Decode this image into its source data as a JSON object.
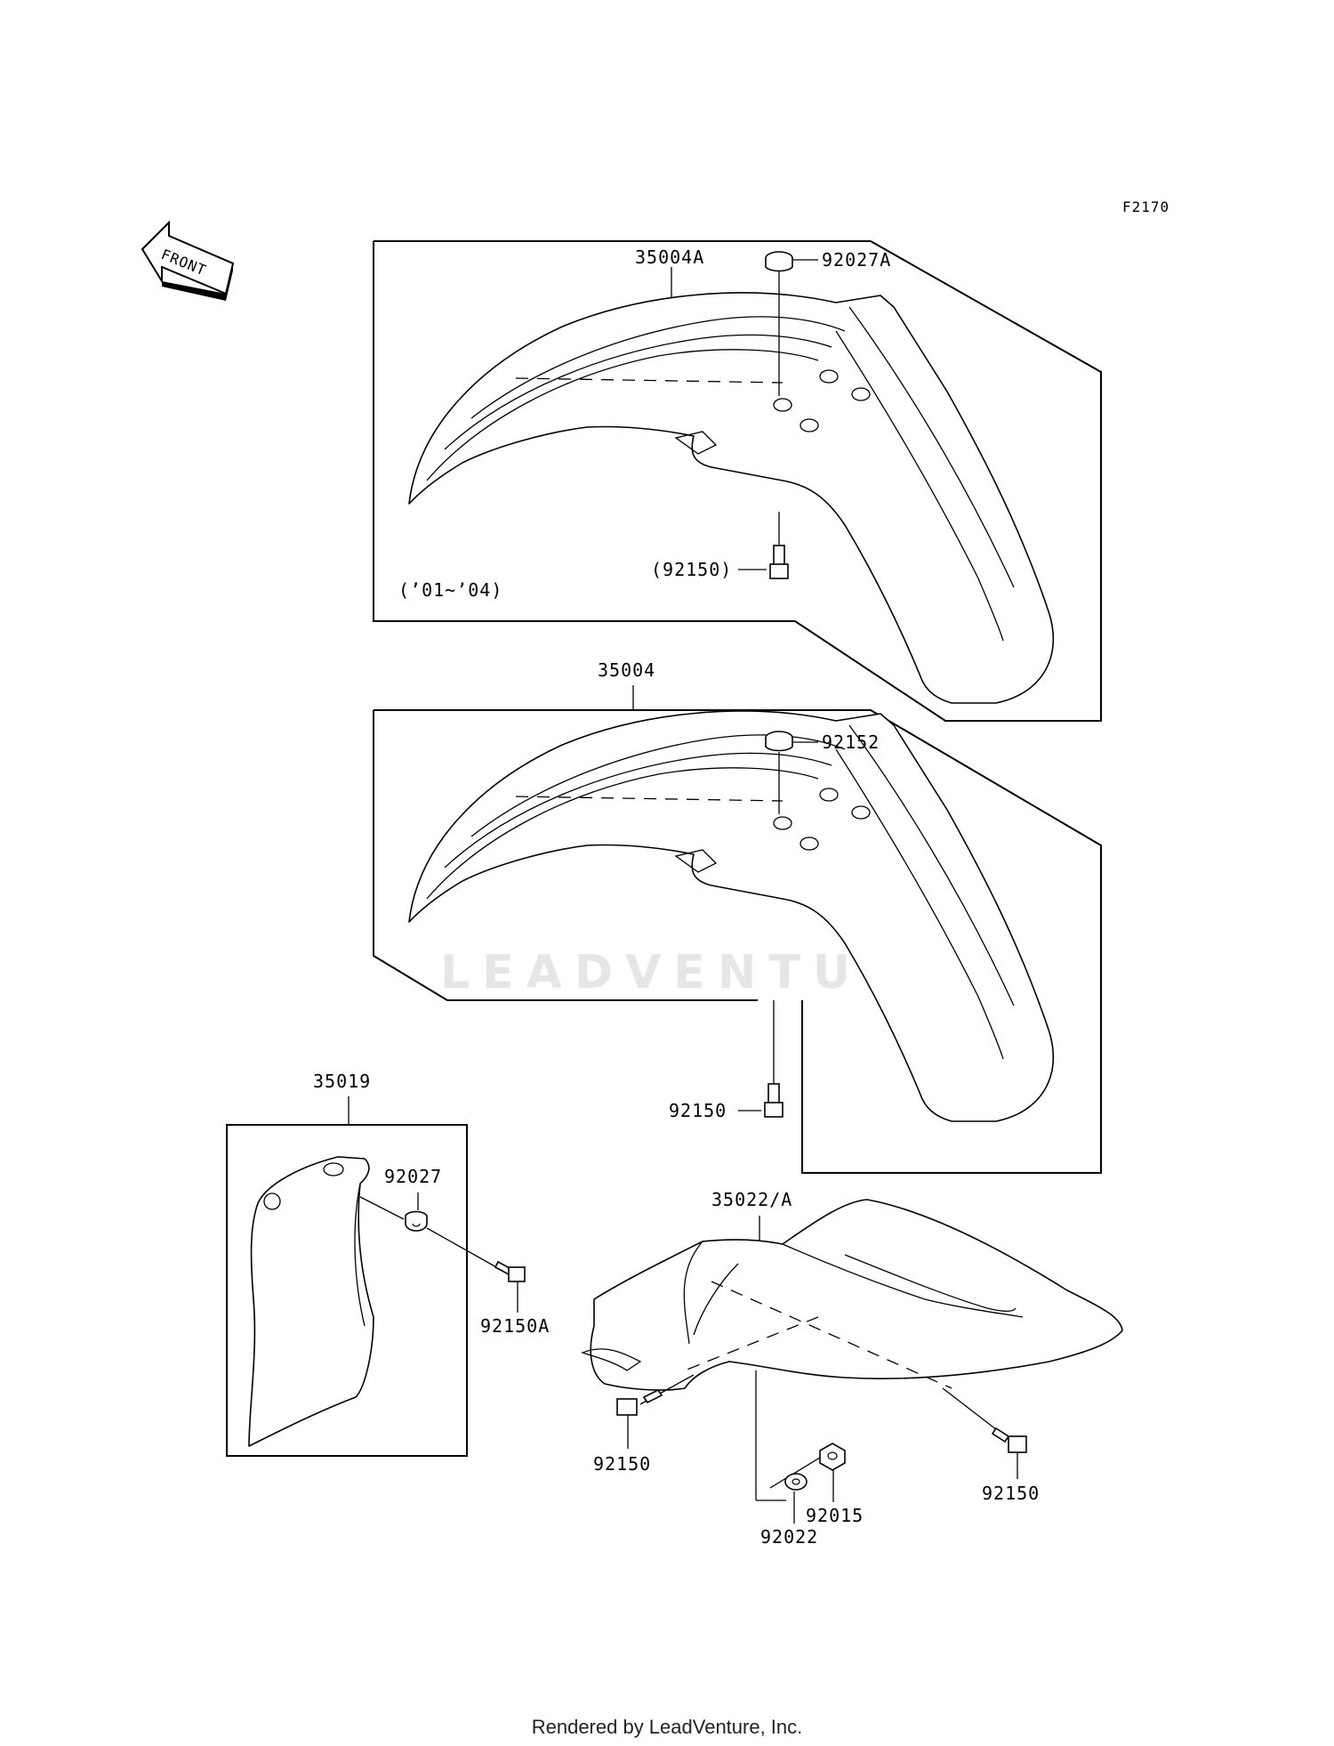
{
  "figure_code": "F2170",
  "front_label": "FRONT",
  "watermark": "LEADVENTURE",
  "footer": "Rendered by LeadVenture, Inc.",
  "callouts": {
    "fender_a": "35004A",
    "grommet_a": "92027A",
    "bolt_paren": "(92150)",
    "year_range": "(’01~’04)",
    "fender": "35004",
    "grommet": "92152",
    "bolt_front": "92150",
    "guard": "35019",
    "grommet_guard": "92027",
    "bolt_guard": "92150A",
    "rear_fender": "35022/A",
    "bolt_rear_left": "92150",
    "bolt_rear_right": "92150",
    "nut": "92015",
    "washer": "92022"
  }
}
